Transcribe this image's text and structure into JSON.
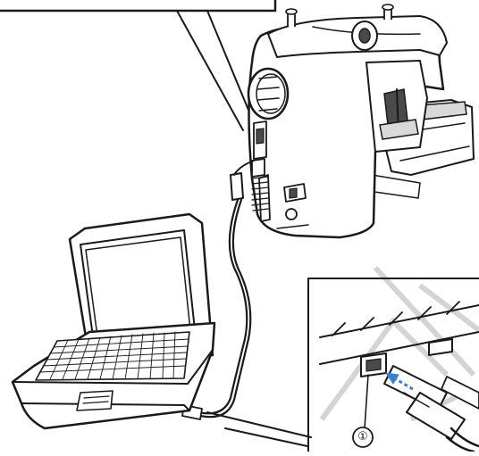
{
  "figure": {
    "callout_number": "①",
    "colors": {
      "ink": "#1a1a1a",
      "paper": "#ffffff",
      "usb_arrow": "#3b7fd6",
      "watermark": "#d4d4d4"
    },
    "parts": [
      "sewing-machine",
      "handwheel",
      "usb-port",
      "usb-cable",
      "laptop",
      "detail-inset",
      "usb-plug"
    ]
  }
}
